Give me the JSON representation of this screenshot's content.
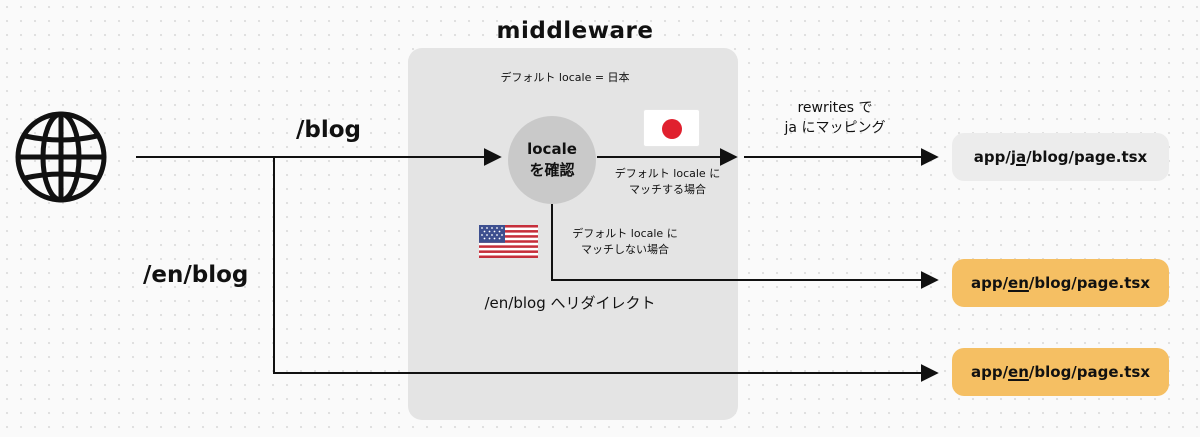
{
  "header": {
    "title": "middleware"
  },
  "middleware": {
    "default_locale": "デフォルト locale = 日本",
    "check": {
      "line1": "locale",
      "line2": "を確認"
    },
    "match": {
      "line1": "デフォルト locale に",
      "line2": "マッチする場合"
    },
    "no_match": {
      "line1": "デフォルト locale に",
      "line2": "マッチしない場合"
    },
    "redirect": "/en/blog へリダイレクト"
  },
  "routes": {
    "blog": "/blog",
    "en_blog": "/en/blog",
    "rewrite": {
      "line1": "rewrites で",
      "line2": "ja にマッピング"
    }
  },
  "files": [
    {
      "prefix": "app/",
      "locale": "ja",
      "suffix": "/blog/page.tsx",
      "color": "#ececec"
    },
    {
      "prefix": "app/",
      "locale": "en",
      "suffix": "/blog/page.tsx",
      "color": "#f5bf63"
    },
    {
      "prefix": "app/",
      "locale": "en",
      "suffix": "/blog/page.tsx",
      "color": "#f5bf63"
    }
  ],
  "icons": {
    "globe": "globe-icon",
    "jp": "japan-flag-icon",
    "us": "us-flag-icon"
  },
  "colors": {
    "panel": "#e4e4e4",
    "circle": "#c9c9c9",
    "file_default": "#ececec",
    "file_en": "#f5bf63",
    "jp_red": "#e0202e"
  }
}
